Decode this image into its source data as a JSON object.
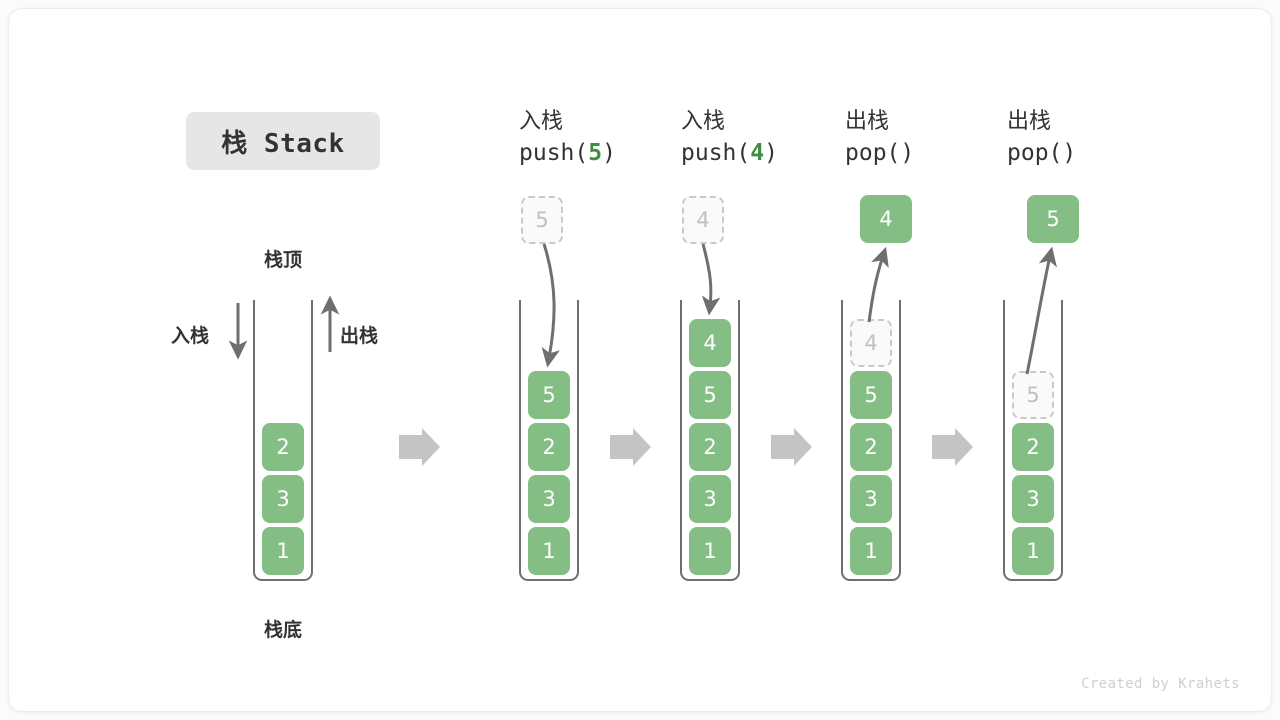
{
  "title": {
    "chip_label": "栈 Stack"
  },
  "legend": {
    "top_label": "栈顶",
    "bottom_label": "栈底",
    "push_side_label": "入栈",
    "pop_side_label": "出栈"
  },
  "colors": {
    "element_fill": "#84be84",
    "element_text": "#ffffff",
    "ghost_border": "#c9c9c9",
    "ghost_text": "#c0c0c0",
    "tube_stroke": "#6f6f6f",
    "arrow_gray": "#c4c4c4",
    "curve_arrow": "#6f6f6f",
    "accent_green": "#3e8e41",
    "chip_bg": "#e6e6e6",
    "text": "#333333"
  },
  "panels": [
    {
      "id": "initial",
      "caption_cn": "",
      "caption_code": "",
      "stack": [
        "2",
        "3",
        "1"
      ],
      "ghost": null,
      "popped": null
    },
    {
      "id": "push-5",
      "caption_cn": "入栈",
      "caption_code": "push(5)",
      "caption_code_prefix": "push(",
      "caption_code_arg": "5",
      "caption_code_suffix": ")",
      "stack": [
        "5",
        "2",
        "3",
        "1"
      ],
      "ghost": "5",
      "popped": null
    },
    {
      "id": "push-4",
      "caption_cn": "入栈",
      "caption_code": "push(4)",
      "caption_code_prefix": "push(",
      "caption_code_arg": "4",
      "caption_code_suffix": ")",
      "stack": [
        "4",
        "5",
        "2",
        "3",
        "1"
      ],
      "ghost": "4",
      "popped": null
    },
    {
      "id": "pop-4",
      "caption_cn": "出栈",
      "caption_code": "pop()",
      "caption_code_prefix": "pop(",
      "caption_code_arg": "",
      "caption_code_suffix": ")",
      "stack": [
        "5",
        "2",
        "3",
        "1"
      ],
      "ghost": "4",
      "popped": "4"
    },
    {
      "id": "pop-5",
      "caption_cn": "出栈",
      "caption_code": "pop()",
      "caption_code_prefix": "pop(",
      "caption_code_arg": "",
      "caption_code_suffix": ")",
      "stack": [
        "2",
        "3",
        "1"
      ],
      "ghost": "5",
      "popped": "5"
    }
  ],
  "footer": {
    "credit": "Created by Krahets"
  }
}
